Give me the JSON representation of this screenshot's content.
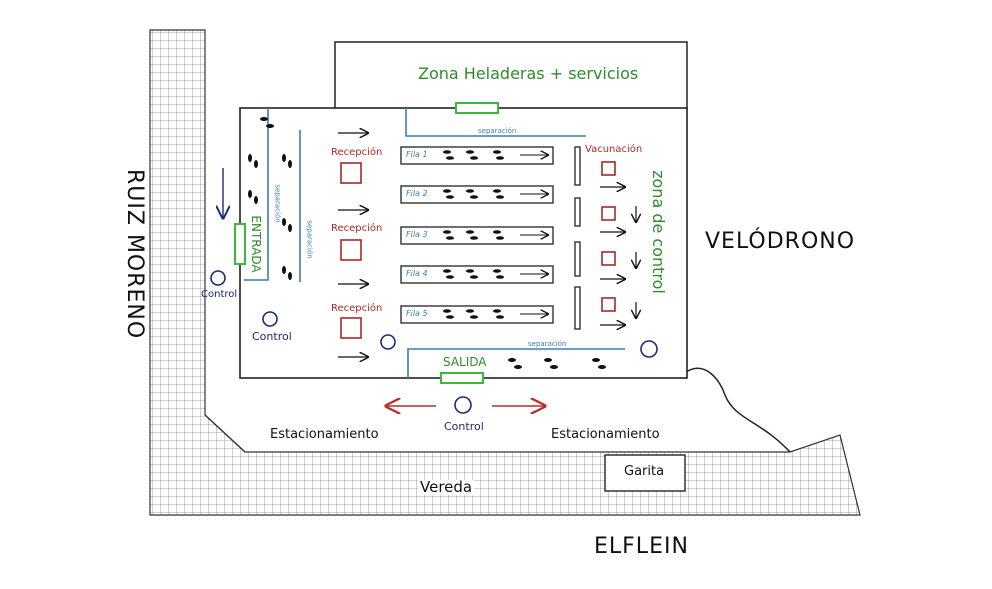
{
  "streets": {
    "left": "RUIZ MORENO",
    "right": "VELÓDRONO",
    "bottom": "ELFLEIN"
  },
  "zones": {
    "top_zone": "Zona Heladeras + servicios",
    "control_zone": "zona de control"
  },
  "doors": {
    "entry": "ENTRADA",
    "exit": "SALIDA"
  },
  "separations": {
    "left": "separación",
    "left2": "separación",
    "top": "separación",
    "bottom": "separación"
  },
  "reception": [
    "Recepción",
    "Recepción",
    "Recepción"
  ],
  "vaccination": "Vacunación",
  "rows": [
    "Fila 1",
    "Fila 2",
    "Fila 3",
    "Fila 4",
    "Fila 5"
  ],
  "controls": [
    "Control",
    "Control",
    "Control"
  ],
  "parking": [
    "Estacionamiento",
    "Estacionamiento"
  ],
  "sidewalk": "Vereda",
  "guardhouse": "Garita",
  "colors": {
    "green": "#2e8b2e",
    "red": "#a52a2a",
    "navy": "#1c2a78",
    "teal": "#3a7fb0",
    "grid": "#9a9a9a"
  }
}
